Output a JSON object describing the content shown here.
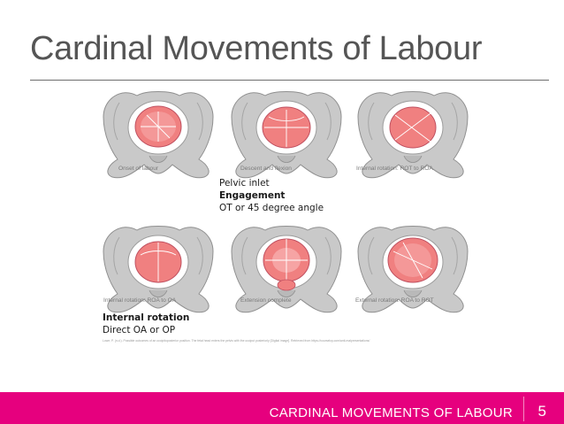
{
  "slide": {
    "title": "Cardinal Movements of Labour",
    "footer_title": "CARDINAL MOVEMENTS OF LABOUR",
    "page_number": "5"
  },
  "colors": {
    "accent": "#e6007e",
    "fetal_head": "#f08080",
    "pelvis_bone": "#c4c4c4"
  },
  "figure": {
    "captions": [
      "Onset of labour",
      "Descent and flexion",
      "Internal rotation: ROT to ROA",
      "Internal rotation: ROA to OA",
      "Extension complete",
      "External rotation: ROA to ROT"
    ],
    "reference": "Lowe, P. (n.d.). Possible outcomes of an occipitoposterior position. The fetal head enters the pelvis with the occiput posteriorly [Digital image]. Retrieved from https://courseloy.com/anti-malpresentations/"
  },
  "notes": {
    "engagement": {
      "line1": "Pelvic inlet",
      "line2": "Engagement",
      "line3": "OT or 45 degree angle"
    },
    "rotation": {
      "line1": "Internal rotation",
      "line2": "Direct OA or OP"
    }
  }
}
